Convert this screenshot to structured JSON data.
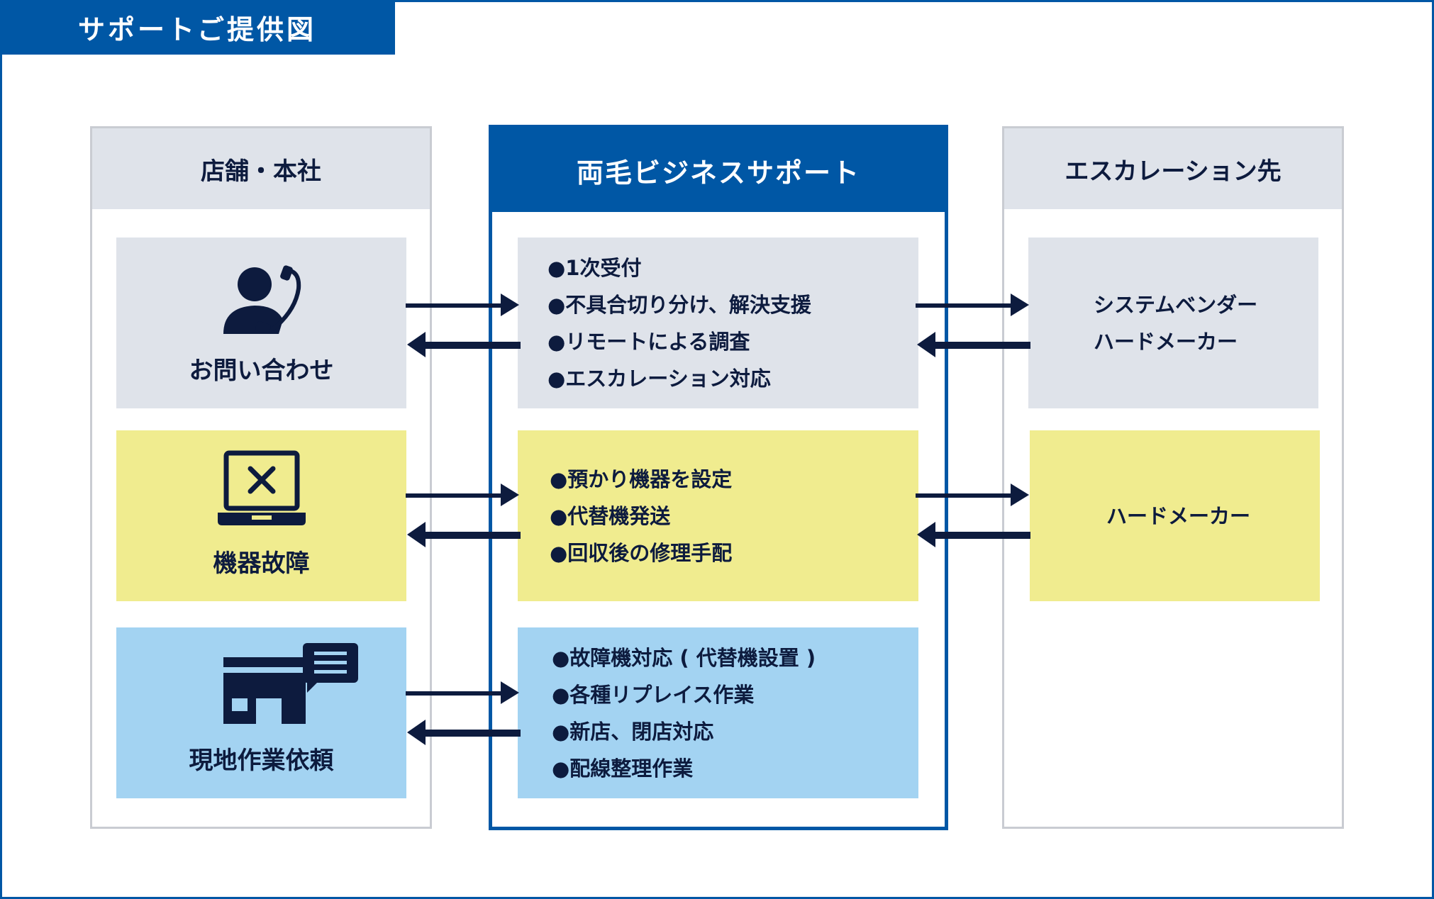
{
  "title": "サポートご提供図",
  "columns": {
    "left": "店舗・本社",
    "middle": "両毛ビジネスサポート",
    "right": "エスカレーション先"
  },
  "rows": [
    {
      "left_label": "お問い合わせ",
      "left_icon": "person-phone-icon",
      "middle_items": [
        "●1次受付",
        "●不具合切り分け、解決支援",
        "●リモートによる調査",
        "●エスカレーション対応"
      ],
      "right_items": [
        "システムベンダー",
        "ハードメーカー"
      ]
    },
    {
      "left_label": "機器故障",
      "left_icon": "laptop-error-icon",
      "middle_items": [
        "●預かり機器を設定",
        "●代替機発送",
        "●回収後の修理手配"
      ],
      "right_items": [
        "ハードメーカー"
      ]
    },
    {
      "left_label": "現地作業依頼",
      "left_icon": "store-message-icon",
      "middle_items": [
        "●故障機対応 ( 代替機設置 )",
        "●各種リプレイス作業",
        "●新店、閉店対応",
        "●配線整理作業"
      ],
      "right_items": []
    }
  ],
  "colors": {
    "brand_blue": "#0057a5",
    "navy": "#0d1b3e",
    "gray": "#dfe3ea",
    "yellow": "#f0ec8f",
    "light_blue": "#a3d3f2"
  }
}
